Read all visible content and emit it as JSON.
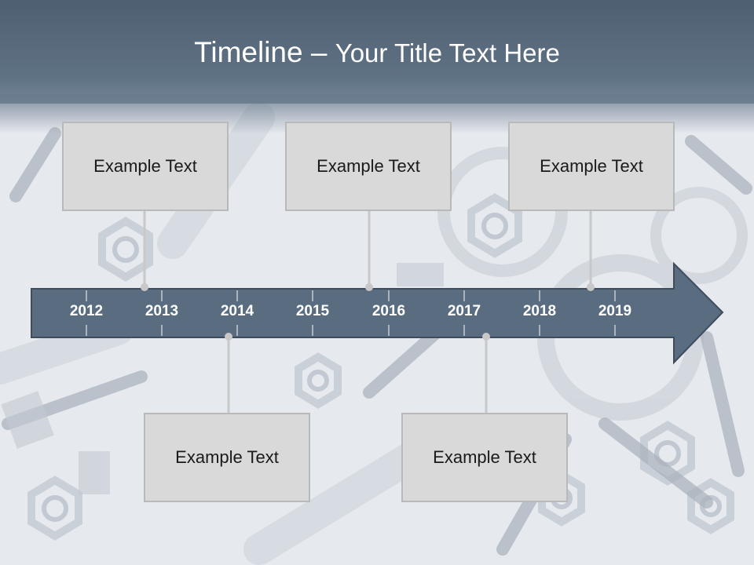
{
  "title": {
    "main": "Timeline",
    "separator": " – ",
    "sub": "Your Title Text Here"
  },
  "timeline": {
    "years": [
      "2012",
      "2013",
      "2014",
      "2015",
      "2016",
      "2017",
      "2018",
      "2019"
    ]
  },
  "cards": [
    {
      "text": "Example Text"
    },
    {
      "text": "Example Text"
    },
    {
      "text": "Example Text"
    },
    {
      "text": "Example Text"
    },
    {
      "text": "Example Text"
    }
  ],
  "colors": {
    "title_bar": "#5f7284",
    "arrow_fill": "#5a6c80",
    "card_fill": "#d9d9d9",
    "connector": "#c8c8c8"
  },
  "background": {
    "icon": "tools-hardware-pattern"
  }
}
